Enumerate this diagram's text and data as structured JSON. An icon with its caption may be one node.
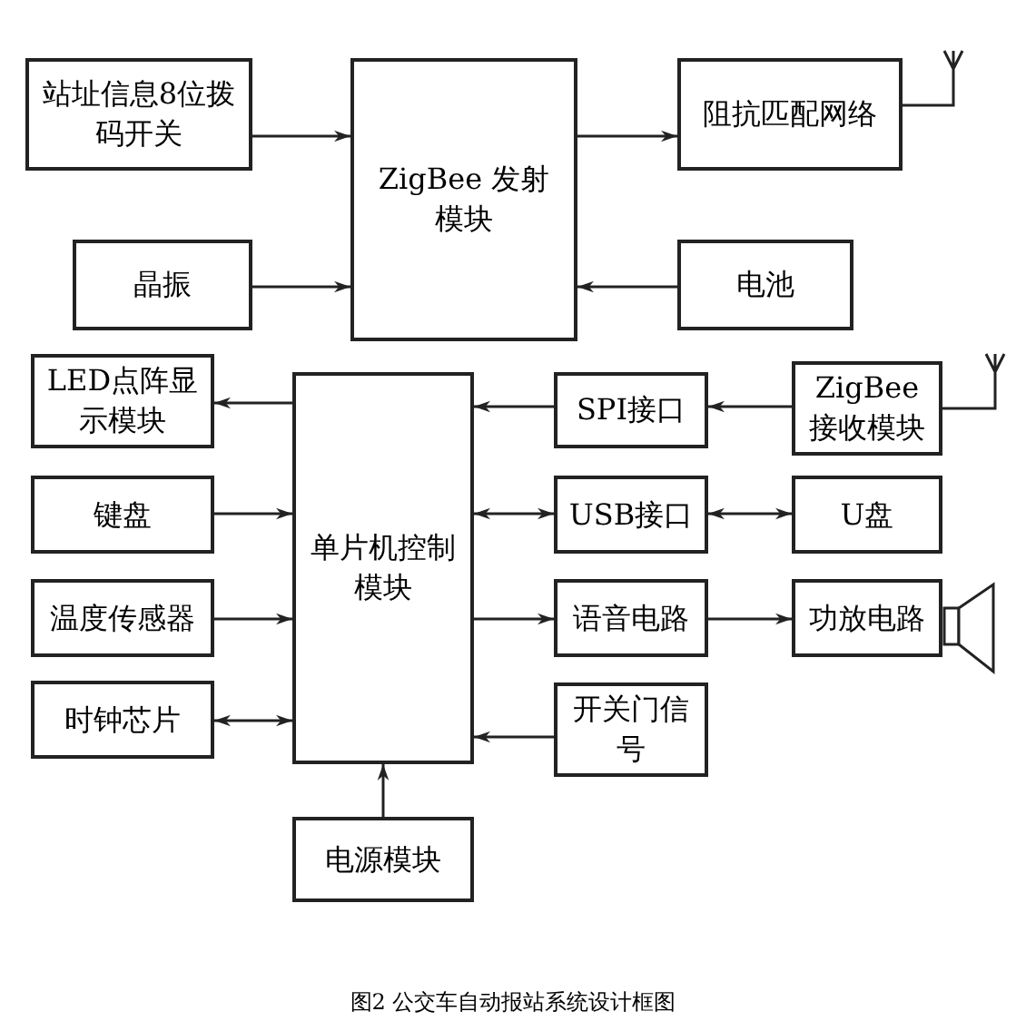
{
  "diagram": {
    "caption": "图2 公交车自动报站系统设计框图",
    "nodes": [
      {
        "text": [
          "站址信息8位拨码开关"
        ]
      },
      {
        "text": [
          "ZigBee 发射模块"
        ]
      },
      {
        "text": [
          "阻抗匹配网络"
        ]
      },
      {
        "text": [
          "晶振"
        ]
      },
      {
        "text": [
          "电池"
        ]
      },
      {
        "text": [
          "LED点阵显示模块"
        ]
      },
      {
        "text": [
          "单片机控制模块"
        ]
      },
      {
        "text": [
          "SPI接口"
        ]
      },
      {
        "text": [
          "ZigBee接收模块"
        ]
      },
      {
        "text": [
          "键盘"
        ]
      },
      {
        "text": [
          "USB接口"
        ]
      },
      {
        "text": [
          "U盘"
        ]
      },
      {
        "text": [
          "温度传感器"
        ]
      },
      {
        "text": [
          "语音电路"
        ]
      },
      {
        "text": [
          "功放电路"
        ]
      },
      {
        "text": [
          "时钟芯片"
        ]
      },
      {
        "text": [
          "开关门信号"
        ]
      },
      {
        "text": [
          "电源模块"
        ]
      }
    ],
    "edges": [
      {
        "from": 0,
        "to": 1,
        "arrow": "to"
      },
      {
        "from": 1,
        "to": 2,
        "arrow": "to"
      },
      {
        "from": 3,
        "to": 1,
        "arrow": "to"
      },
      {
        "from": 4,
        "to": 1,
        "arrow": "to"
      },
      {
        "from": 6,
        "to": 5,
        "arrow": "to"
      },
      {
        "from": 7,
        "to": 6,
        "arrow": "to"
      },
      {
        "from": 8,
        "to": 7,
        "arrow": "to"
      },
      {
        "from": 9,
        "to": 6,
        "arrow": "to"
      },
      {
        "from": 6,
        "to": 10,
        "arrow": "both"
      },
      {
        "from": 10,
        "to": 11,
        "arrow": "both"
      },
      {
        "from": 12,
        "to": 6,
        "arrow": "to"
      },
      {
        "from": 6,
        "to": 13,
        "arrow": "to"
      },
      {
        "from": 13,
        "to": 14,
        "arrow": "to"
      },
      {
        "from": 15,
        "to": 6,
        "arrow": "both"
      },
      {
        "from": 16,
        "to": 6,
        "arrow": "to"
      },
      {
        "from": 17,
        "to": 6,
        "arrow": "to"
      }
    ]
  }
}
